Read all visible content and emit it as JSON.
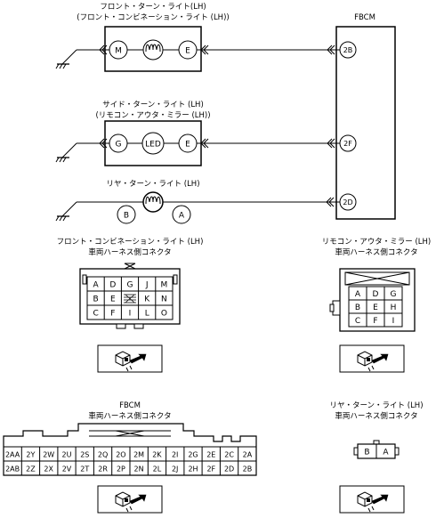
{
  "components": {
    "front_turn": {
      "label_1": "フロント・ターン・ライト(LH)",
      "label_2": "(フロント・コンビネーション・ライト (LH))",
      "pins": [
        "M",
        "E"
      ],
      "fbcm_pin": "2B"
    },
    "side_turn": {
      "label_1": "サイド・ターン・ライト (LH)",
      "label_2": "(リモコン・アウタ・ミラー (LH))",
      "pins": [
        "G",
        "LED",
        "E"
      ],
      "fbcm_pin": "2F"
    },
    "rear_turn": {
      "label_1": "リヤ・ターン・ライト (LH)",
      "pins": [
        "B",
        "A"
      ],
      "fbcm_pin": "2D"
    },
    "fbcm": {
      "label": "FBCM"
    }
  },
  "connectors": {
    "front_combination": {
      "title_1": "フロント・コンビネーション・ライト (LH)",
      "title_2": "車両ハーネス側コネクタ",
      "rows": [
        [
          "A",
          "D",
          "G",
          "J",
          "M"
        ],
        [
          "B",
          "E",
          "",
          "K",
          "N"
        ],
        [
          "C",
          "F",
          "I",
          "L",
          "O"
        ]
      ]
    },
    "mirror": {
      "title_1": "リモコン・アウタ・ミラー (LH)",
      "title_2": "車両ハーネス側コネクタ",
      "rows": [
        [
          "A",
          "D",
          "G"
        ],
        [
          "B",
          "E",
          "H"
        ],
        [
          "C",
          "F",
          "I"
        ]
      ]
    },
    "fbcm": {
      "title_1": "FBCM",
      "title_2": "車両ハーネス側コネクタ",
      "rows": [
        [
          "2AA",
          "2Y",
          "2W",
          "2U",
          "2S",
          "2Q",
          "2O",
          "2M",
          "2K",
          "2I",
          "2G",
          "2E",
          "2C",
          "2A"
        ],
        [
          "2AB",
          "2Z",
          "2X",
          "2V",
          "2T",
          "2R",
          "2P",
          "2N",
          "2L",
          "2J",
          "2H",
          "2F",
          "2D",
          "2B"
        ]
      ]
    },
    "rear": {
      "title_1": "リヤ・ターン・ライト (LH)",
      "title_2": "車両ハーネス側コネクタ",
      "pins": [
        "B",
        "A"
      ]
    }
  }
}
